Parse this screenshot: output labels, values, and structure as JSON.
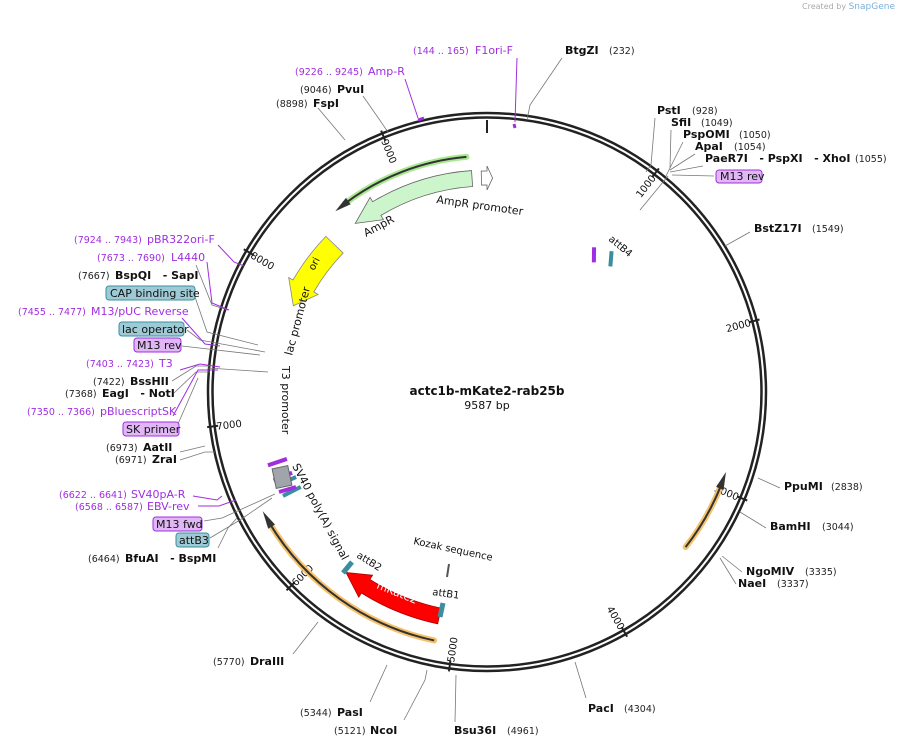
{
  "credit": {
    "prefix": "Created by",
    "brand": "SnapGene"
  },
  "plasmid": {
    "name": "actc1b-mKate2-rab25b",
    "length": "9587 bp"
  },
  "ticks": [
    "1000",
    "2000",
    "3000",
    "4000",
    "5000",
    "6000",
    "7000",
    "8000",
    "9000"
  ],
  "enzymes": [
    {
      "name": "BtgZI",
      "pos": "(232)"
    },
    {
      "name": "PstI",
      "pos": "(928)"
    },
    {
      "name": "SfiI",
      "pos": "(1049)"
    },
    {
      "name": "PspOMI",
      "pos": "(1050)"
    },
    {
      "name": "ApaI",
      "pos": "(1054)"
    },
    {
      "name": "PaeR7I   - PspXI   - XhoI",
      "pos": "(1055)"
    },
    {
      "name": "BstZ17I",
      "pos": "(1549)"
    },
    {
      "name": "PpuMI",
      "pos": "(2838)"
    },
    {
      "name": "BamHI",
      "pos": "(3044)"
    },
    {
      "name": "NgoMIV",
      "pos": "(3335)"
    },
    {
      "name": "NaeI",
      "pos": "(3337)"
    },
    {
      "name": "PacI",
      "pos": "(4304)"
    },
    {
      "name": "Bsu36I",
      "pos": "(4961)"
    },
    {
      "name": "NcoI",
      "pos": "(5121)"
    },
    {
      "name": "PasI",
      "pos": "(5344)"
    },
    {
      "name": "DraIII",
      "pos": "(5770)"
    },
    {
      "name": "BfuAI   - BspMI",
      "pos": "(6464)"
    },
    {
      "name": "ZraI",
      "pos": "(6971)"
    },
    {
      "name": "AatII",
      "pos": "(6973)"
    },
    {
      "name": "EagI   - NotI",
      "pos": "(7368)"
    },
    {
      "name": "BssHII",
      "pos": "(7422)"
    },
    {
      "name": "BspQI   - SapI",
      "pos": "(7667)"
    },
    {
      "name": "FspI",
      "pos": "(8898)"
    },
    {
      "name": "PvuI",
      "pos": "(9046)"
    }
  ],
  "primers": [
    {
      "name": "F1ori-F",
      "range": "(144 .. 165)"
    },
    {
      "name": "Amp-R",
      "range": "(9226 .. 9245)"
    },
    {
      "name": "pBR322ori-F",
      "range": "(7924 .. 7943)"
    },
    {
      "name": "L4440",
      "range": "(7673 .. 7690)"
    },
    {
      "name": "M13/pUC Reverse",
      "range": "(7455 .. 7477)"
    },
    {
      "name": "T3",
      "range": "(7403 .. 7423)"
    },
    {
      "name": "pBluescriptSK",
      "range": "(7350 .. 7366)"
    },
    {
      "name": "SV40pA-R",
      "range": "(6622 .. 6641)"
    },
    {
      "name": "EBV-rev",
      "range": "(6568 .. 6587)"
    }
  ],
  "boxes": [
    {
      "name": "M13 rev",
      "color": "#e0b6f5"
    },
    {
      "name": "CAP binding site",
      "color": "#9ecad6"
    },
    {
      "name": "lac operator",
      "color": "#9ecad6"
    },
    {
      "name": "M13 rev",
      "color": "#e0b6f5"
    },
    {
      "name": "SK primer",
      "color": "#e0b6f5"
    },
    {
      "name": "M13 fwd",
      "color": "#e0b6f5"
    },
    {
      "name": "attB3",
      "color": "#9ecad6"
    }
  ],
  "features": {
    "ampr_promoter": "AmpR promoter",
    "ampr": "AmpR",
    "ori": "ori",
    "lac_promoter": "lac promoter",
    "t3_promoter": "T3 promoter",
    "attb4": "attB4",
    "sv40": "SV40 poly(A) signal",
    "attb2": "attB2",
    "mkate2": "mKate2",
    "attb1": "attB1",
    "kozak": "Kozak sequence"
  },
  "colors": {
    "ampr": "#ccf5cc",
    "ori": "#ffff00",
    "mkate2": "#ff0000",
    "orf": "#f5c26b",
    "primer": "#a02ee0",
    "attb": "#3a8ea0"
  }
}
